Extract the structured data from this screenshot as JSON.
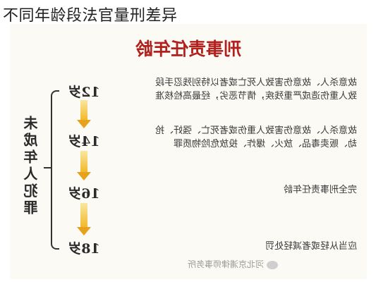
{
  "page": {
    "heading": "不同年龄段法官量刑差异"
  },
  "poster": {
    "title": "刑事责任年龄",
    "ages": [
      "12岁",
      "14岁",
      "16岁",
      "18岁"
    ],
    "descriptions": [
      "故意杀人、故意伤害致人死亡或者以特别残忍手段致人重伤造成严重残疾，情节恶劣，经最高检核准",
      "故意杀人、故意伤害致人重伤或者死亡、强奸、抢劫、贩卖毒品、放火、爆炸、投放危险物质罪",
      "完全刑事责任年龄",
      "应当从轻或者减轻处罚"
    ],
    "side_label": "未成年人犯罪",
    "watermark": "河北京浦律师事务所"
  },
  "colors": {
    "title_red": "#b1201c",
    "arrow_yellow": "#f2b92a"
  }
}
